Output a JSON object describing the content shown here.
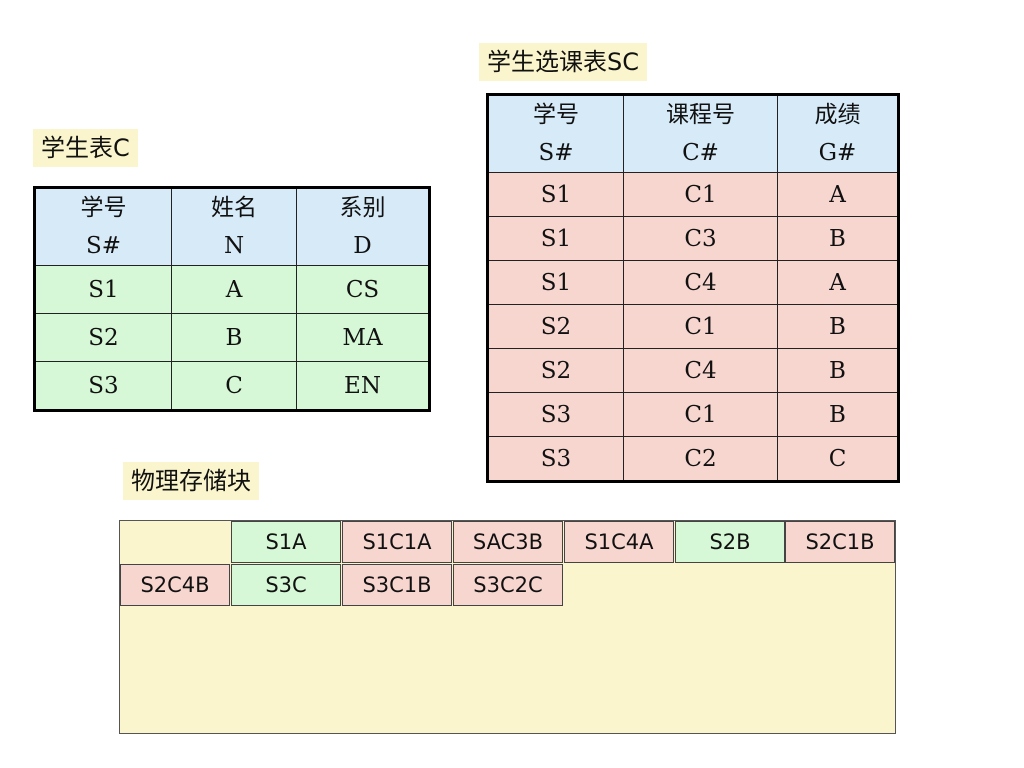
{
  "labels": {
    "student_table": "学生表C",
    "enrollment_table": "学生选课表SC",
    "storage": "物理存储块"
  },
  "student_table": {
    "headers": [
      {
        "cn": "学号",
        "code": "S#"
      },
      {
        "cn": "姓名",
        "code": "N"
      },
      {
        "cn": "系别",
        "code": "D"
      }
    ],
    "rows": [
      [
        "S1",
        "A",
        "CS"
      ],
      [
        "S2",
        "B",
        "MA"
      ],
      [
        "S3",
        "C",
        "EN"
      ]
    ]
  },
  "enrollment_table": {
    "headers": [
      {
        "cn": "学号",
        "code": "S#"
      },
      {
        "cn": "课程号",
        "code": "C#"
      },
      {
        "cn": "成绩",
        "code": "G#"
      }
    ],
    "rows": [
      [
        "S1",
        "C1",
        "A"
      ],
      [
        "S1",
        "C3",
        "B"
      ],
      [
        "S1",
        "C4",
        "A"
      ],
      [
        "S2",
        "C1",
        "B"
      ],
      [
        "S2",
        "C4",
        "B"
      ],
      [
        "S3",
        "C1",
        "B"
      ],
      [
        "S3",
        "C2",
        "C"
      ]
    ]
  },
  "storage_blocks": {
    "row1": [
      "S1A",
      "S1C1A",
      "SAC3B",
      "S1C4A",
      "S2B",
      "S2C1B"
    ],
    "row2": [
      "S2C4B",
      "S3C",
      "S3C1B",
      "S3C2C"
    ]
  },
  "colors": {
    "label_bg": "#faf5cc",
    "header_bg": "#d6eaf8",
    "student_row_bg": "#d6f8d6",
    "enrollment_row_bg": "#f8d6d0"
  }
}
